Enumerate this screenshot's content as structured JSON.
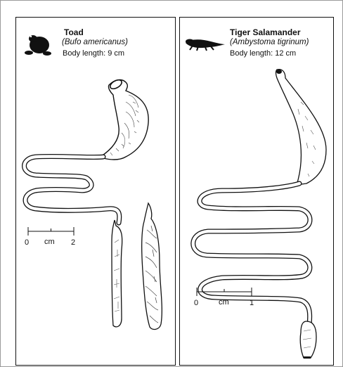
{
  "panels": {
    "toad": {
      "icon": "toad-silhouette",
      "title": "Toad",
      "scientific_name": "(Bufo americanus)",
      "body_length": "Body length: 9 cm",
      "scale_bar": {
        "start": "0",
        "unit": "cm",
        "end": "2"
      }
    },
    "salamander": {
      "icon": "salamander-silhouette",
      "title": "Tiger Salamander",
      "scientific_name": "(Ambystoma tigrinum)",
      "body_length": "Body length: 12 cm",
      "scale_bar": {
        "start": "0",
        "unit": "cm",
        "end": "1"
      }
    }
  },
  "colors": {
    "ink": "#111111",
    "panel_border": "#111111",
    "frame": "#9a9a9a"
  }
}
